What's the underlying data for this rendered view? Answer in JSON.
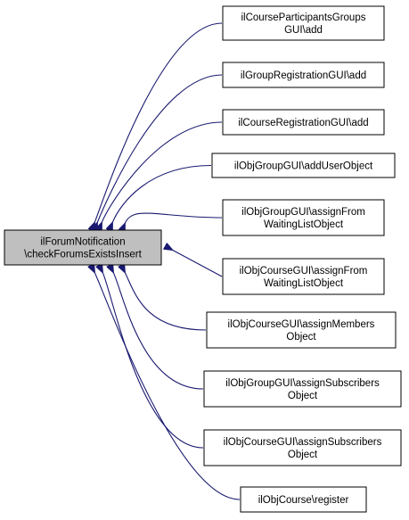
{
  "colors": {
    "edge": "#191970",
    "node_border": "#000000",
    "node_fill": "#ffffff",
    "target_fill": "#bfbfbf"
  },
  "target": {
    "lines": [
      "ilForumNotification",
      "\\checkForumsExistsInsert"
    ]
  },
  "callers": [
    {
      "name": "caller-course-participants-groups-add",
      "lines": [
        "ilCourseParticipantsGroups",
        "GUI\\add"
      ]
    },
    {
      "name": "caller-group-registration-add",
      "lines": [
        "ilGroupRegistrationGUI\\add"
      ]
    },
    {
      "name": "caller-course-registration-add",
      "lines": [
        "ilCourseRegistrationGUI\\add"
      ]
    },
    {
      "name": "caller-obj-group-add-user-object",
      "lines": [
        "ilObjGroupGUI\\addUserObject"
      ]
    },
    {
      "name": "caller-obj-group-assign-from-waiting-list",
      "lines": [
        "ilObjGroupGUI\\assignFrom",
        "WaitingListObject"
      ]
    },
    {
      "name": "caller-obj-course-assign-from-waiting-list",
      "lines": [
        "ilObjCourseGUI\\assignFrom",
        "WaitingListObject"
      ]
    },
    {
      "name": "caller-obj-course-assign-members",
      "lines": [
        "ilObjCourseGUI\\assignMembers",
        "Object"
      ]
    },
    {
      "name": "caller-obj-group-assign-subscribers",
      "lines": [
        "ilObjGroupGUI\\assignSubscribers",
        "Object"
      ]
    },
    {
      "name": "caller-obj-course-assign-subscribers",
      "lines": [
        "ilObjCourseGUI\\assignSubscribers",
        "Object"
      ]
    },
    {
      "name": "caller-obj-course-register",
      "lines": [
        "ilObjCourse\\register"
      ]
    }
  ]
}
